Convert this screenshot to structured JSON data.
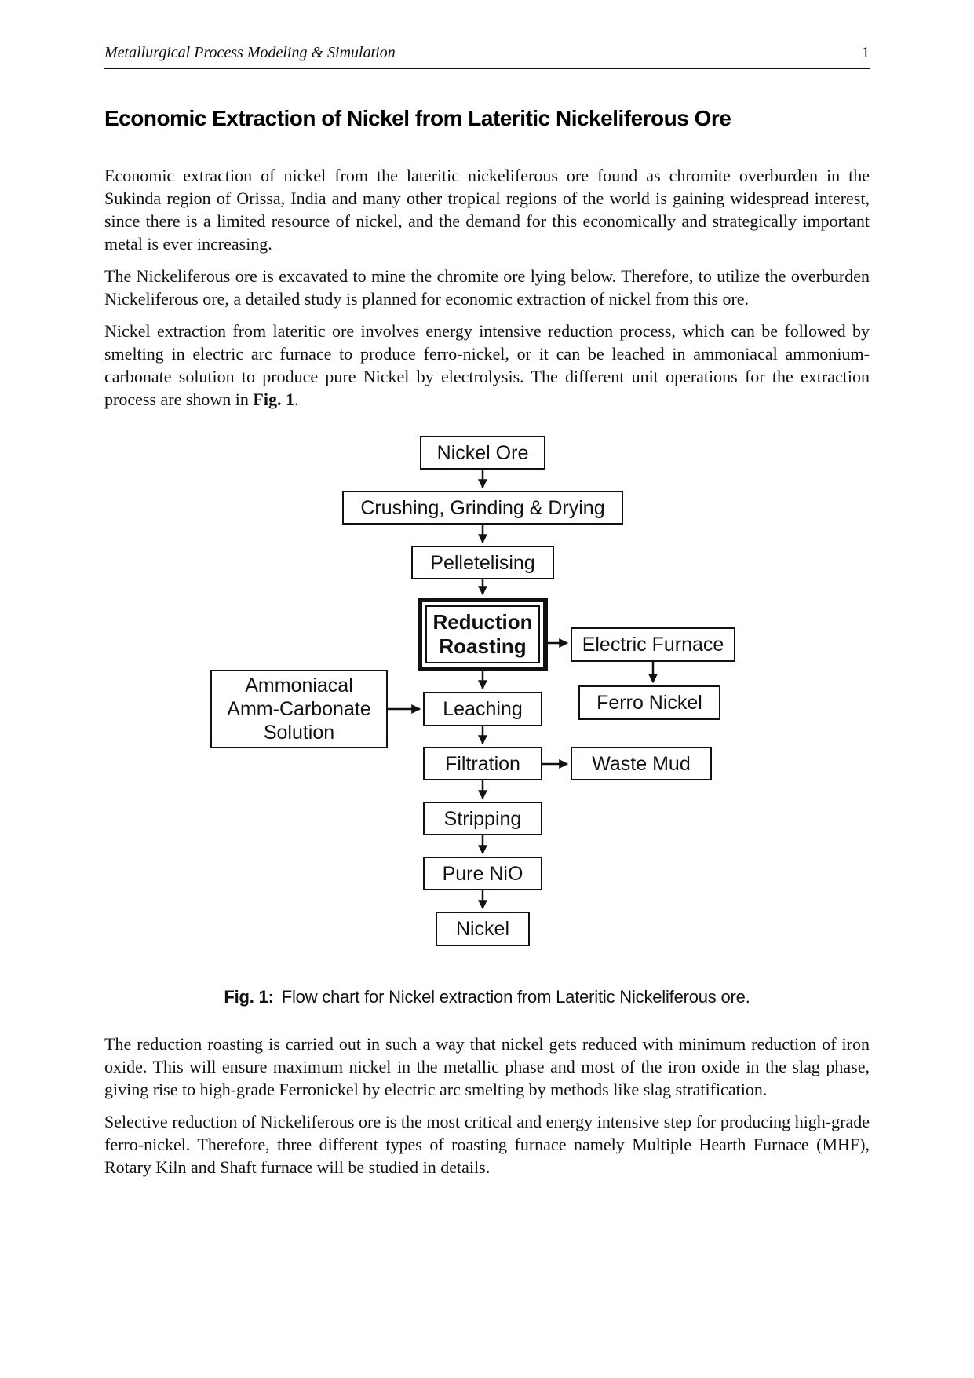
{
  "header": {
    "running_title": "Metallurgical Process Modeling & Simulation",
    "page_number": "1"
  },
  "title": "Economic Extraction of Nickel from Lateritic Nickeliferous Ore",
  "paragraphs": {
    "p1": "Economic extraction of nickel from the lateritic nickeliferous ore found as chromite overburden in the Sukinda region of Orissa, India and many other tropical regions of the world is gaining widespread interest, since there is a limited resource of nickel, and the demand for this economically and strategically important metal is ever increasing.",
    "p2": "The Nickeliferous ore is excavated to mine the chromite ore lying below. Therefore, to utilize the overburden Nickeliferous ore, a detailed study is planned for economic extraction of nickel from this ore.",
    "p3_before": "Nickel extraction from lateritic ore involves energy intensive reduction process, which can be followed by smelting in electric arc furnace to produce ferro-nickel, or it can be leached in ammoniacal ammonium-carbonate solution to produce pure Nickel by electrolysis. The different unit operations for the extraction process are shown in ",
    "p3_figref": "Fig. 1",
    "p3_after": ".",
    "p4": "The reduction roasting is carried out in such a way that nickel gets reduced with minimum reduction of iron oxide. This will ensure maximum nickel in the metallic phase and most of the iron oxide in the slag phase, giving rise to high-grade Ferronickel by electric arc smelting by methods like slag stratification.",
    "p5": "Selective reduction of Nickeliferous ore is the most critical and energy intensive step for producing high-grade ferro-nickel. Therefore, three different types of roasting furnace namely Multiple Hearth Furnace (MHF), Rotary Kiln and Shaft furnace will be studied in details."
  },
  "figure": {
    "caption_label": "Fig. 1:",
    "caption_text": "Flow chart for Nickel extraction from Lateritic Nickeliferous ore.",
    "nodes": {
      "nickel_ore": "Nickel Ore",
      "crushing": "Crushing, Grinding & Drying",
      "pelletelising": "Pelletelising",
      "reduction_roasting_line1": "Reduction",
      "reduction_roasting_line2": "Roasting",
      "electric_furnace": "Electric Furnace",
      "ferro_nickel": "Ferro Nickel",
      "ammoniacal_line1": "Ammoniacal",
      "ammoniacal_line2": "Amm-Carbonate",
      "ammoniacal_line3": "Solution",
      "leaching": "Leaching",
      "filtration": "Filtration",
      "waste_mud": "Waste Mud",
      "stripping": "Stripping",
      "pure_nio": "Pure NiO",
      "nickel": "Nickel"
    }
  },
  "colors": {
    "text": "#111111",
    "background": "#ffffff",
    "line": "#111111"
  }
}
